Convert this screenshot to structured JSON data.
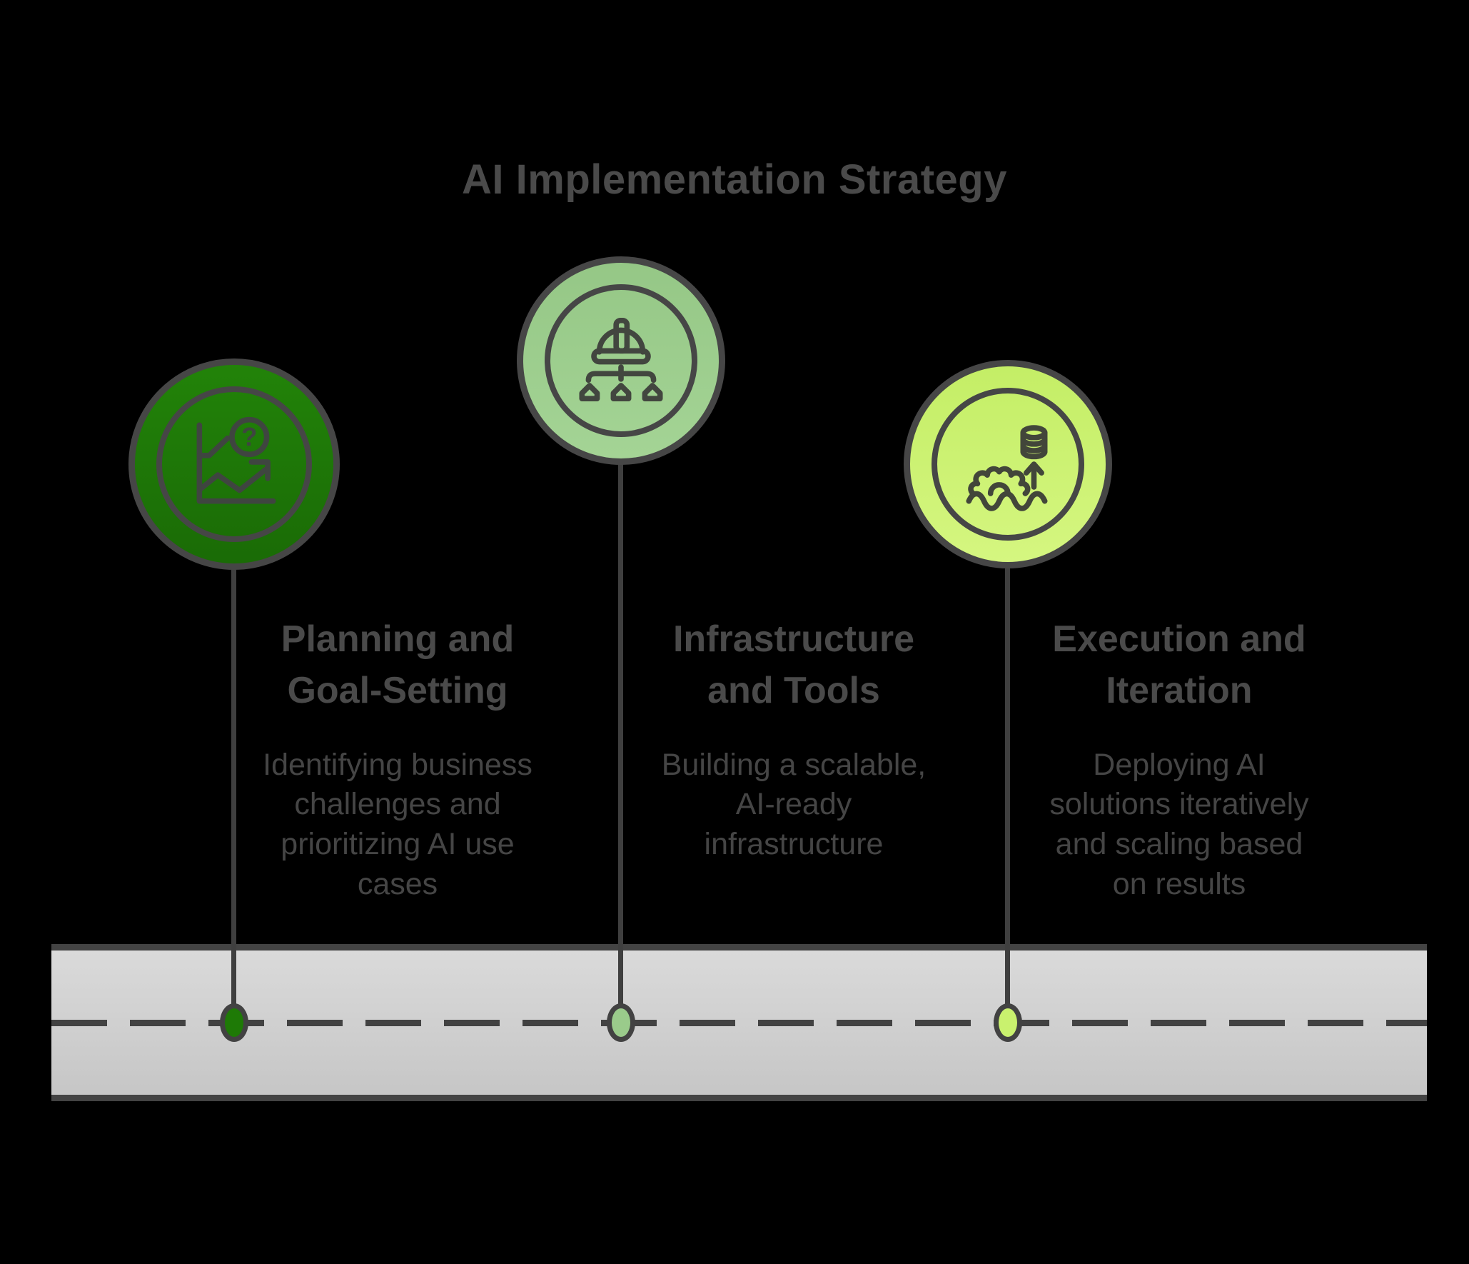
{
  "title": "AI Implementation Strategy",
  "colors": {
    "background": "#000000",
    "outline_stroke": "#464646",
    "connector": "#3f3f3f",
    "road_border": "#434343",
    "road_fill_top": "#dadada",
    "road_fill_bottom": "#c6c6c6",
    "heading_text": "#4a4a4a",
    "body_text": "#454545"
  },
  "milestones": [
    {
      "heading": "Planning and\nGoal-Setting",
      "description": "Identifying business\nchallenges and\nprioritizing AI use\ncases",
      "icon": "chart-growth-question-icon",
      "icon_glyph": "?",
      "fill": "#1e7a06"
    },
    {
      "heading": "Infrastructure\nand Tools",
      "description": "Building a scalable,\nAI-ready\ninfrastructure",
      "icon": "hardhat-hierarchy-icon",
      "fill": "#9acb8b"
    },
    {
      "heading": "Execution and\nIteration",
      "description": "Deploying AI\nsolutions iteratively\nand scaling based\non results",
      "icon": "gear-data-growth-icon",
      "fill": "#c9f16e"
    }
  ]
}
